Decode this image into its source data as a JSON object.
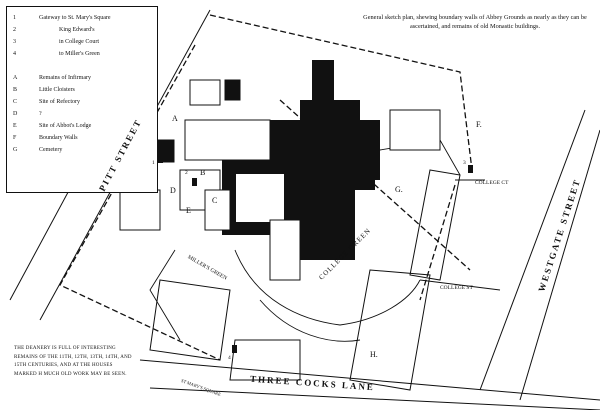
{
  "legend": {
    "gateways": [
      {
        "key": "1",
        "text": "Gateway to St. Mary's Square"
      },
      {
        "key": "2",
        "text": "King Edward's"
      },
      {
        "key": "3",
        "text": "in College Court"
      },
      {
        "key": "4",
        "text": "to Miller's Green"
      }
    ],
    "features": [
      {
        "key": "A",
        "text": "Remains of Infirmary"
      },
      {
        "key": "B",
        "text": "Little Cloisters"
      },
      {
        "key": "C",
        "text": "Site of Refectory"
      },
      {
        "key": "D",
        "text": "?"
      },
      {
        "key": "E",
        "text": "Site of Abbot's Lodge"
      },
      {
        "key": "F",
        "text": "Boundary Walls"
      },
      {
        "key": "G",
        "text": "Cemetery"
      }
    ]
  },
  "title": "General sketch plan, shewing boundary walls of Abbey Grounds as nearly as they can be ascertained, and remains of old Monastic buildings.",
  "note": "The Deanery is full of interesting remains of the 11th, 12th, 13th, 14th, and 15th centuries, and at the houses marked H much old work may be seen.",
  "streets": {
    "pitt": "PITT STREET",
    "three_cocks": "THREE COCKS LANE",
    "westgate": "WESTGATE STREET",
    "college_green": "COLLEGE GREEN",
    "college_ct": "COLLEGE CT",
    "college_st": "COLLEGE ST",
    "millers_green": "MILLER'S GREEN",
    "st_marys_square": "ST MARY'S SQUARE"
  },
  "labels": {
    "A": "A",
    "B": "B",
    "C": "C",
    "D": "D",
    "E": "E",
    "F": "F.",
    "G": "G.",
    "H": "H.",
    "g1": "1",
    "g2": "2",
    "g3": "3",
    "g4": "4"
  },
  "colors": {
    "ink": "#111111",
    "paper": "#ffffff"
  }
}
